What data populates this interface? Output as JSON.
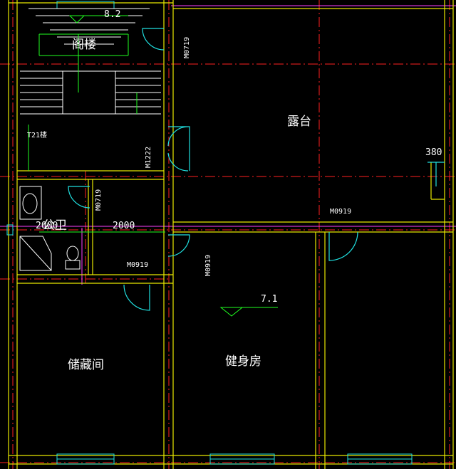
{
  "rooms": {
    "attic": "阁楼",
    "terrace": "露台",
    "bathroom": "公卫",
    "storage": "储藏间",
    "gym": "健身房"
  },
  "doors": {
    "m0719_top": "M0719",
    "m1222": "M1222",
    "m0719_bath": "M0719",
    "m0919_bath": "M0919",
    "m0919_gym": "M0919",
    "m0919_right": "M0919"
  },
  "dimensions": {
    "elev_attic": "8.2",
    "elev_gym": "7.1",
    "dim_2000a": "2000",
    "dim_2000b": "2000",
    "dim_380": "380"
  },
  "notes": {
    "stair": "T21楼"
  },
  "colors": {
    "wall": "#e8e800",
    "axis": "#ff2020",
    "fixture": "#ffffff",
    "door": "#20e0e0",
    "dimension": "#20ff20",
    "outline": "#ff40ff"
  }
}
